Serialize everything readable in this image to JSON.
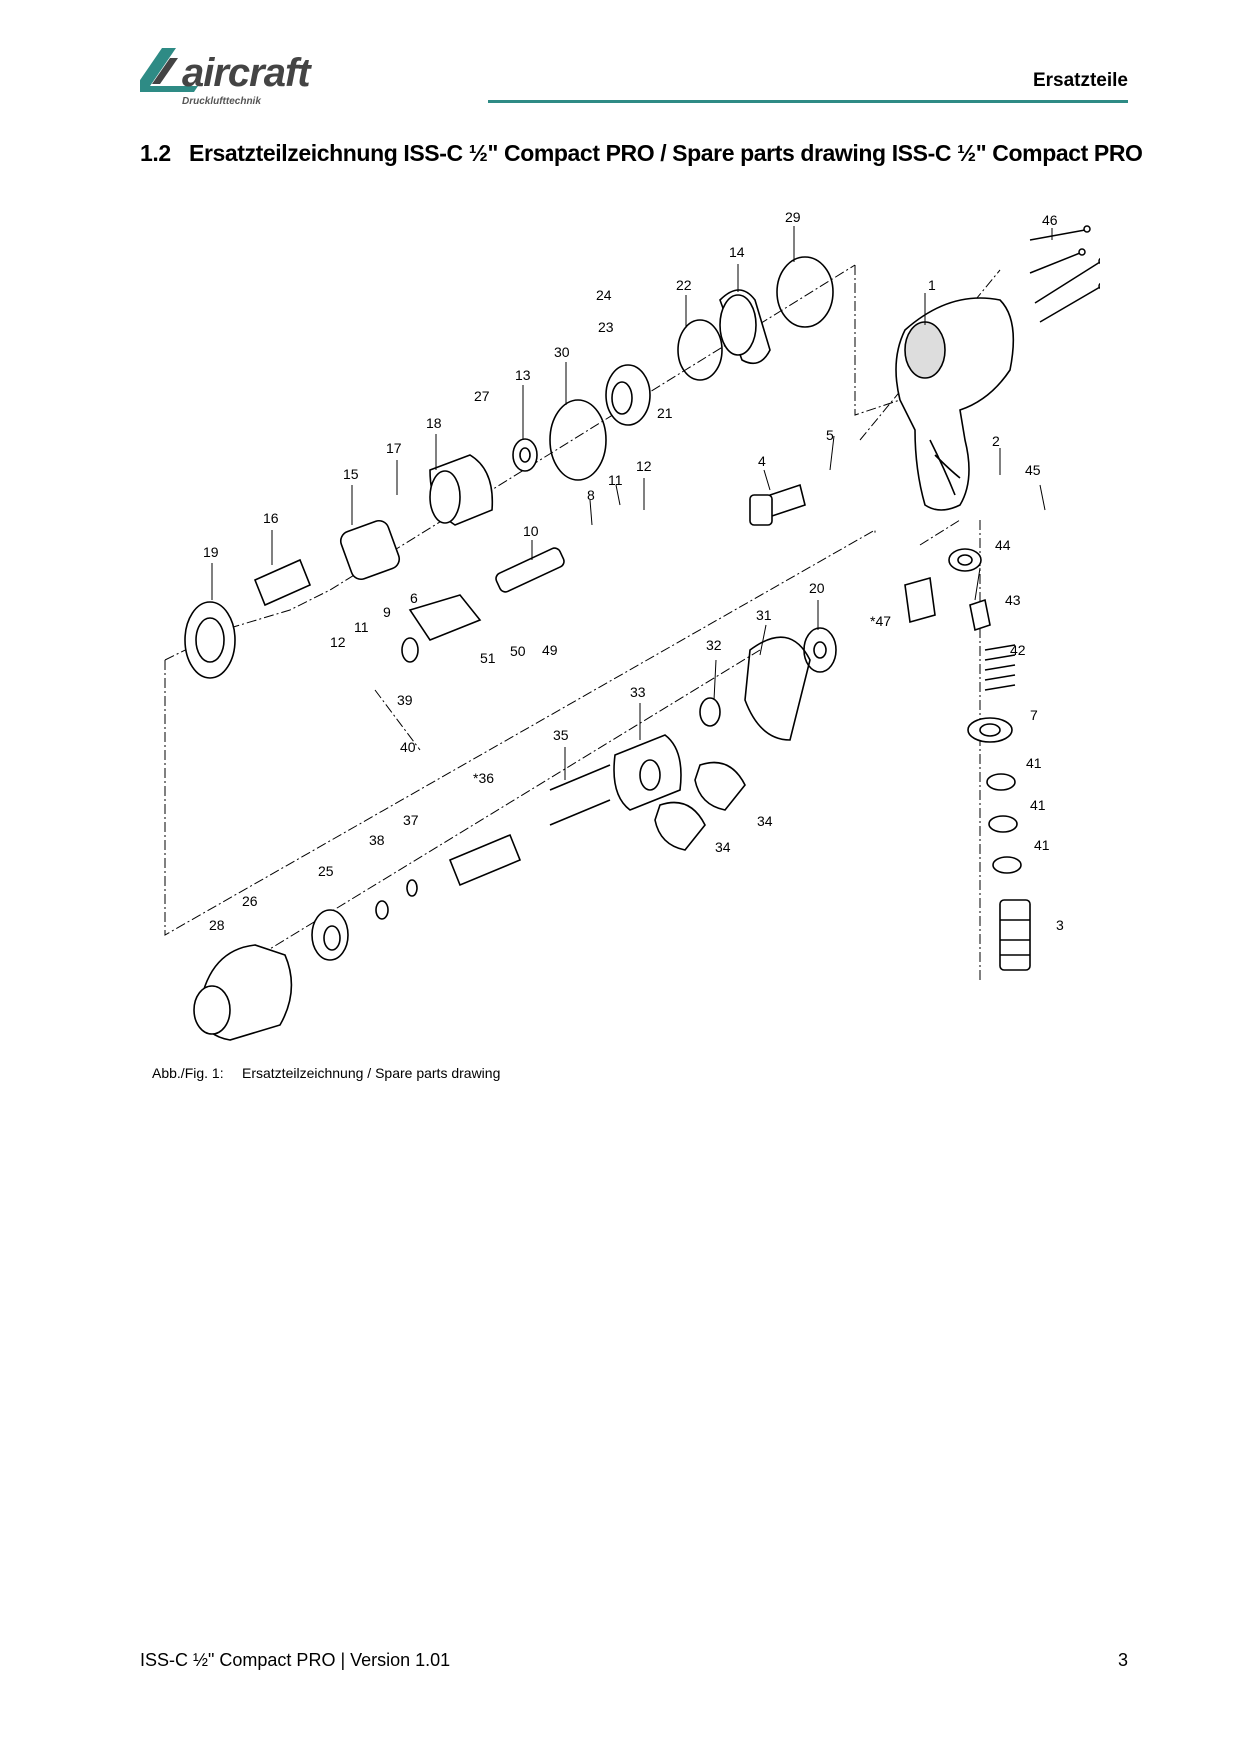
{
  "brand": {
    "name": "aircraft",
    "tagline": "Drucklufttechnik",
    "accent_color": "#2e8b85"
  },
  "header": {
    "section": "Ersatzteile"
  },
  "heading": {
    "number": "1.2",
    "title": "Ersatzteilzeichnung ISS-C ½\" Compact PRO / Spare parts drawing ISS-C ½\" Compact PRO"
  },
  "figure": {
    "caption_label": "Abb./Fig. 1:",
    "caption_text": "Ersatzteilzeichnung / Spare parts drawing",
    "part_labels": [
      "1",
      "2",
      "3",
      "4",
      "5",
      "6",
      "7",
      "8",
      "9",
      "10",
      "11",
      "11",
      "12",
      "12",
      "13",
      "14",
      "15",
      "16",
      "17",
      "18",
      "19",
      "20",
      "21",
      "22",
      "23",
      "24",
      "25",
      "26",
      "27",
      "28",
      "29",
      "30",
      "31",
      "32",
      "33",
      "34",
      "34",
      "35",
      "*36",
      "37",
      "38",
      "39",
      "40",
      "41",
      "41",
      "41",
      "42",
      "43",
      "44",
      "45",
      "46",
      "*47",
      "49",
      "50",
      "51"
    ]
  },
  "footer": {
    "document": "ISS-C ½\" Compact PRO | Version 1.01",
    "page": "3"
  }
}
